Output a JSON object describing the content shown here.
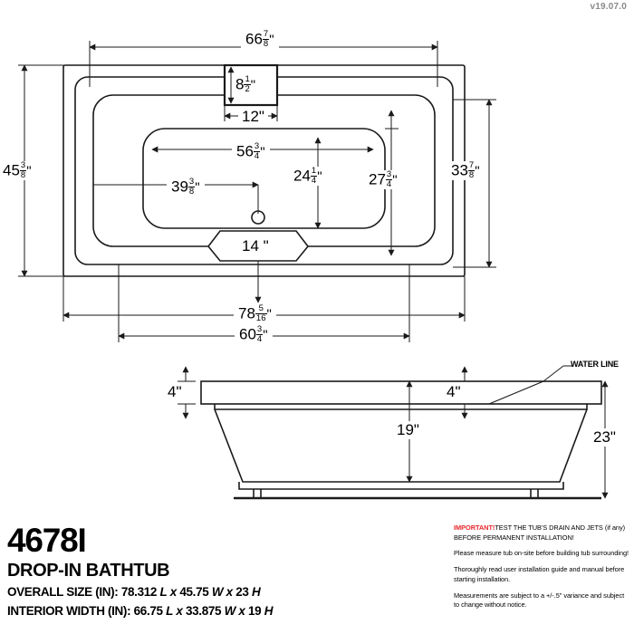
{
  "version": "v19.07.0",
  "plan_view": {
    "dimensions": {
      "top_outer_width": "66",
      "top_outer_width_num": "7",
      "top_outer_width_den": "8",
      "faucet_deck_height": "8",
      "faucet_deck_height_num": "1",
      "faucet_deck_height_den": "2",
      "faucet_deck_width": "12\"",
      "interior_length": "56",
      "interior_length_num": "3",
      "interior_length_den": "4",
      "drain_offset": "39",
      "drain_offset_num": "3",
      "drain_offset_den": "8",
      "interior_width": "24",
      "interior_width_num": "1",
      "interior_width_den": "4",
      "mid_width": "27",
      "mid_width_num": "3",
      "mid_width_den": "4",
      "outer_width": "33",
      "outer_width_num": "7",
      "outer_width_den": "8",
      "left_overall_width": "45",
      "left_overall_width_num": "3",
      "left_overall_width_den": "8",
      "bottom_overall_length": "78",
      "bottom_overall_length_num": "5",
      "bottom_overall_length_den": "16",
      "bottom_inner_length": "60",
      "bottom_inner_length_num": "3",
      "bottom_inner_length_den": "4",
      "seat_width": "14 \""
    }
  },
  "section_view": {
    "labels": {
      "rim_height": "4\"",
      "rim_height_right": "4\"",
      "interior_depth": "19\"",
      "overall_height": "23\"",
      "water_line": "WATER LINE"
    }
  },
  "title_block": {
    "model_number": "4678I",
    "product_type": "DROP-IN BATHTUB",
    "overall_size_label": "OVERALL SIZE (IN):",
    "overall_size_value_1": "78.312",
    "overall_size_l": "L",
    "overall_size_x1": "x",
    "overall_size_value_2": "45.75",
    "overall_size_w": "W",
    "overall_size_x2": "x",
    "overall_size_value_3": "23",
    "overall_size_h": "H",
    "interior_width_label": "INTERIOR WIDTH (IN):",
    "interior_value_1": "66.75",
    "interior_l": "L",
    "interior_x1": "x",
    "interior_value_2": "33.875",
    "interior_w": "W",
    "interior_x2": "x",
    "interior_value_3": "19",
    "interior_h": "H"
  },
  "notes": {
    "important_tag": "IMPORTANT!",
    "important_text": "TEST THE TUB'S DRAIN AND JETS (if any) BEFORE PERMANENT INSTALLATION!",
    "note_2": "Please measure tub on-site before building tub surrounding!",
    "note_3": "Thoroughly read user installation guide and manual before starting installation.",
    "note_4": "Measurements are subject to a +/-.5\" variance and subject to change without notice."
  },
  "colors": {
    "line": "#1a1a1a",
    "important_red": "#e8262d",
    "version_gray": "#8a8a8a"
  }
}
